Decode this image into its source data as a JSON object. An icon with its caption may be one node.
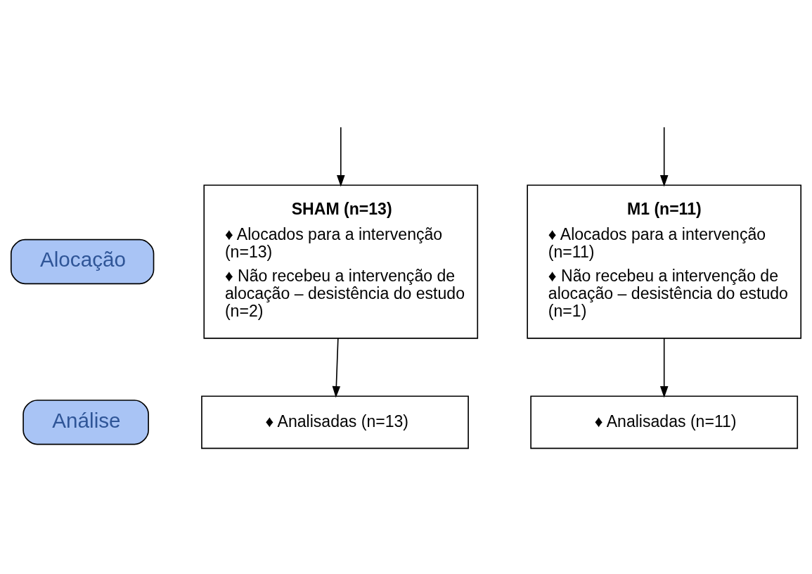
{
  "diagram": {
    "nodes": [
      {
        "text": [
          "Alocação"
        ]
      },
      {
        "text": [
          "SHAM (n=13)",
          "♦ Alocados para a intervenção (n=13)",
          "♦ Não recebeu a intervenção de alocação – desistência do estudo (n=2)"
        ]
      },
      {
        "text": [
          "M1 (n=11)",
          "♦ Alocados para a intervenção (n=11)",
          "♦ Não recebeu a intervenção de alocação – desistência do estudo (n=1)"
        ]
      },
      {
        "text": [
          "Análise"
        ]
      },
      {
        "text": [
          "♦ Analisadas (n=13)"
        ]
      },
      {
        "text": [
          "♦ Analisadas (n=11)"
        ]
      }
    ],
    "edges": [
      {
        "from": null,
        "to": 1,
        "arrow": "to"
      },
      {
        "from": null,
        "to": 2,
        "arrow": "to"
      },
      {
        "from": 1,
        "to": 4,
        "arrow": "to"
      },
      {
        "from": 2,
        "to": 5,
        "arrow": "to"
      }
    ]
  }
}
